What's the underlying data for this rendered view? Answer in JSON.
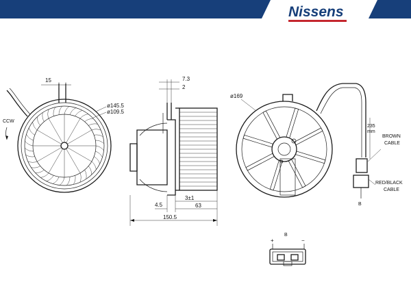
{
  "brand": {
    "logo_text": "Nissens",
    "header_color": "#173f7a",
    "stripe_color": "#c4262e"
  },
  "front_view": {
    "dim_top": "15",
    "rotation": "CCW",
    "diameter_outer": "ø145.5",
    "diameter_inner": "ø109.5"
  },
  "side_view": {
    "dim_top_1": "7.3",
    "dim_top_2": "2",
    "dim_bottom_left": "4.5",
    "dim_bottom_mid_1": "3±1",
    "dim_bottom_mid_2": "63",
    "dim_total": "150.5"
  },
  "rear_view": {
    "diameter": "ø169",
    "cable_length_value": "235",
    "cable_length_unit": "mm",
    "cable_1": [
      "BROWN",
      "CABLE"
    ],
    "cable_2": [
      "RED/BLACK",
      "CABLE"
    ],
    "connector_mark": "B"
  },
  "connector": {
    "label": "B",
    "plus": "+",
    "minus": "−"
  }
}
